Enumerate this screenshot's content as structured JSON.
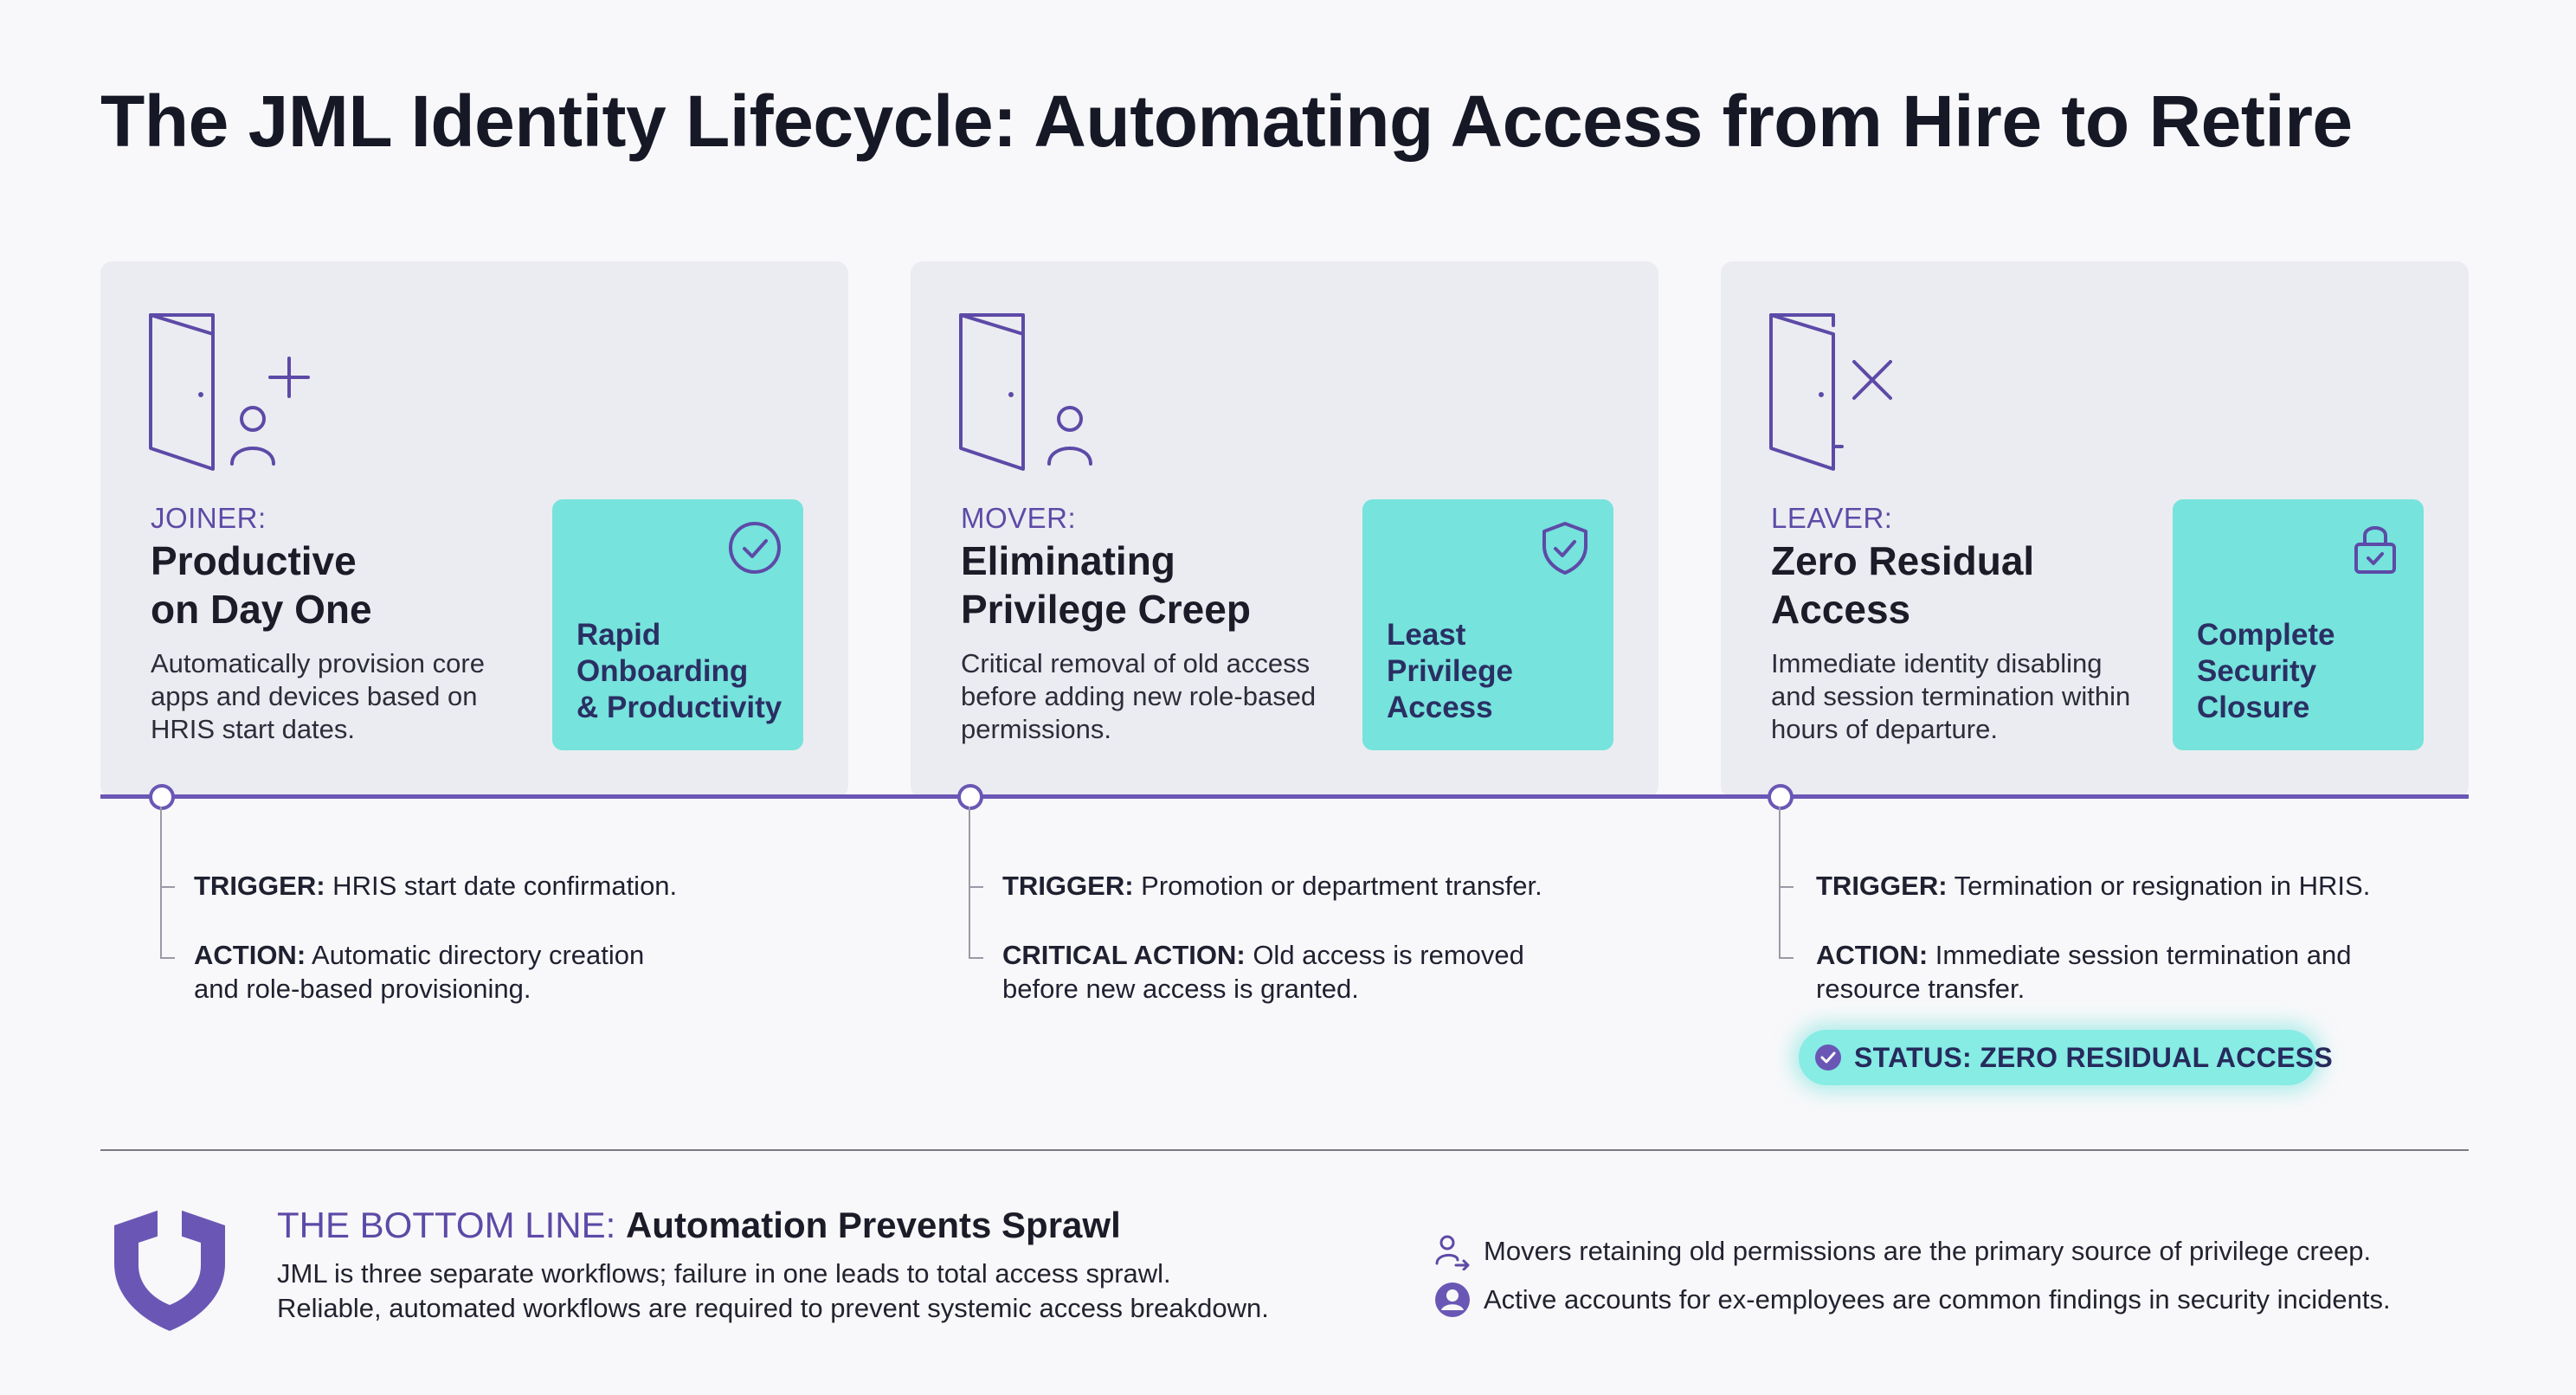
{
  "title": "The JML Identity Lifecycle: Automating Access from Hire to Retire",
  "colors": {
    "accent": "#6a57b5",
    "teal": "#76e3dc",
    "card": "#ebecf1"
  },
  "stages": [
    {
      "phase": "JOINER:",
      "heading_line1": "Productive",
      "heading_line2": "on Day One",
      "description": "Automatically provision core apps and devices based on HRIS start dates.",
      "badge_icon": "check-circle-icon",
      "badge_line1": "Rapid",
      "badge_line2": "Onboarding",
      "badge_line3": "& Productivity",
      "trigger_label": "TRIGGER:",
      "trigger_text": " HRIS start date confirmation.",
      "action_label": "ACTION:",
      "action_text": " Automatic directory creation and role-based provisioning."
    },
    {
      "phase": "MOVER:",
      "heading_line1": "Eliminating",
      "heading_line2": "Privilege Creep",
      "description": "Critical removal of old access before adding new role-based permissions.",
      "badge_icon": "shield-check-icon",
      "badge_line1": "Least",
      "badge_line2": "Privilege",
      "badge_line3": "Access",
      "trigger_label": "TRIGGER:",
      "trigger_text": " Promotion or department transfer.",
      "action_label": "CRITICAL ACTION:",
      "action_text": " Old access is removed before new access is granted."
    },
    {
      "phase": "LEAVER:",
      "heading_line1": "Zero Residual",
      "heading_line2": "Access",
      "description": "Immediate identity disabling and session termination within hours of departure.",
      "badge_icon": "lock-check-icon",
      "badge_line1": "Complete",
      "badge_line2": "Security",
      "badge_line3": "Closure",
      "trigger_label": "TRIGGER:",
      "trigger_text": " Termination or resignation in HRIS.",
      "action_label": "ACTION:",
      "action_text": " Immediate session termination and resource transfer."
    }
  ],
  "status_badge": "STATUS: ZERO RESIDUAL ACCESS",
  "bottom_line": {
    "lead": "THE BOTTOM LINE:",
    "heading": "Automation Prevents Sprawl",
    "description_line1": "JML is three separate workflows; failure in one leads to total access sprawl.",
    "description_line2": "Reliable, automated workflows are required to prevent systemic access breakdown.",
    "facts": [
      {
        "icon": "user-move-icon",
        "text": "Movers retaining old permissions are the primary source of privilege creep."
      },
      {
        "icon": "user-circle-icon",
        "text": "Active accounts for ex-employees are common findings in security incidents."
      }
    ]
  }
}
